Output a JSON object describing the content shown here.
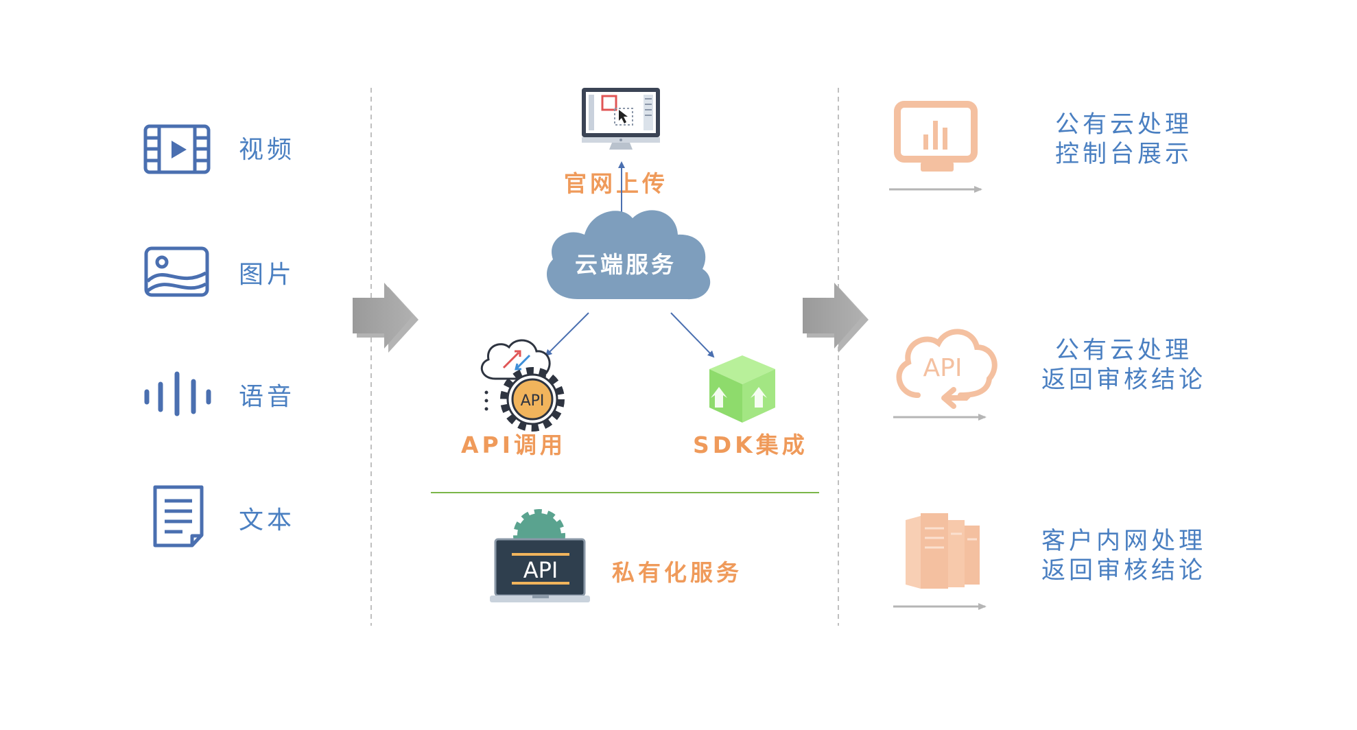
{
  "inputs": [
    {
      "label": "视频",
      "icon": "video-film-icon"
    },
    {
      "label": "图片",
      "icon": "image-icon"
    },
    {
      "label": "语音",
      "icon": "audio-wave-icon"
    },
    {
      "label": "文本",
      "icon": "document-icon"
    }
  ],
  "cloud": {
    "label": "云端服务",
    "children": [
      {
        "label": "官网上传",
        "icon": "monitor-upload-icon"
      },
      {
        "label": "API调用",
        "icon": "api-gear-icon"
      },
      {
        "label": "SDK集成",
        "icon": "sdk-box-icon"
      }
    ]
  },
  "private": {
    "label": "私有化服务",
    "icon": "api-laptop-icon",
    "badge": "API"
  },
  "outputs": [
    {
      "line1": "公有云处理",
      "line2": "控制台展示",
      "icon": "chart-monitor-icon"
    },
    {
      "line1": "公有云处理",
      "line2": "返回审核结论",
      "icon": "api-cloud-icon",
      "badge": "API"
    },
    {
      "line1": "客户内网处理",
      "line2": "返回审核结论",
      "icon": "server-icon"
    }
  ],
  "colors": {
    "blue": "#4a7fc1",
    "orange": "#ef9a5a",
    "peach": "#f4c0a0",
    "cloud": "#7e9ebd",
    "green": "#7ab648",
    "gray_arrow": "#a3a3a3"
  }
}
